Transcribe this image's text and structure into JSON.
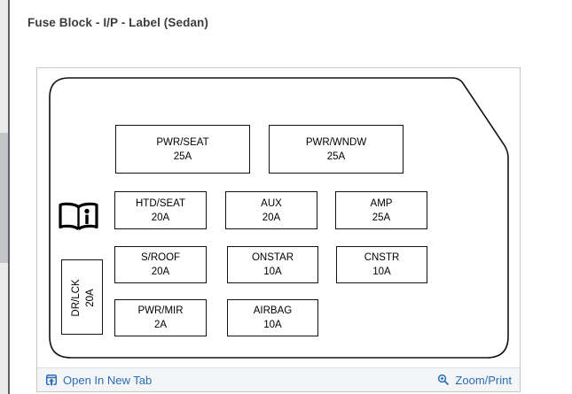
{
  "header": {
    "title": "Fuse Block - I/P - Label (Sedan)"
  },
  "footer": {
    "open_in_new_tab": "Open In New Tab",
    "zoom_print": "Zoom/Print"
  },
  "icons": {
    "book": "open-book-info-icon",
    "open_tab": "open-in-new-tab-icon",
    "zoom": "zoom-magnifier-plus-icon"
  },
  "colors": {
    "link_blue": "#2a6db6",
    "diagram_black": "#121212",
    "footer_bg": "#f4f5f6",
    "title_gray": "#3c3c3c"
  },
  "fuses": [
    {
      "id": "pwr-seat",
      "label": "PWR/SEAT",
      "amp": "25A"
    },
    {
      "id": "pwr-wndw",
      "label": "PWR/WNDW",
      "amp": "25A"
    },
    {
      "id": "htd-seat",
      "label": "HTD/SEAT",
      "amp": "20A"
    },
    {
      "id": "aux",
      "label": "AUX",
      "amp": "20A"
    },
    {
      "id": "amp",
      "label": "AMP",
      "amp": "25A"
    },
    {
      "id": "s-roof",
      "label": "S/ROOF",
      "amp": "20A"
    },
    {
      "id": "onstar",
      "label": "ONSTAR",
      "amp": "10A"
    },
    {
      "id": "cnstr",
      "label": "CNSTR",
      "amp": "10A"
    },
    {
      "id": "pwr-mir",
      "label": "PWR/MIR",
      "amp": "2A"
    },
    {
      "id": "airbag",
      "label": "AIRBAG",
      "amp": "10A"
    },
    {
      "id": "dr-lck",
      "label": "DR/LCK",
      "amp": "20A"
    }
  ]
}
